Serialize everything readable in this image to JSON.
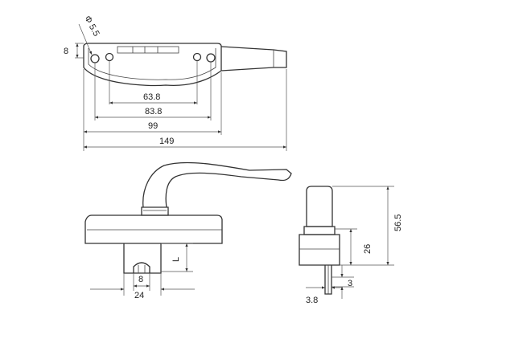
{
  "dimensions": {
    "hole_diameter": "Φ 5.5",
    "plate_thickness": "8",
    "hole_spacing_inner": "63.8",
    "hole_spacing_outer": "83.8",
    "base_length": "99",
    "overall_length": "149",
    "spindle_length": "L",
    "spindle_width": "8",
    "base_opening": "24",
    "overall_height": "56.5",
    "lower_height": "26",
    "pin_width": "3",
    "pin_offset": "3.8"
  }
}
